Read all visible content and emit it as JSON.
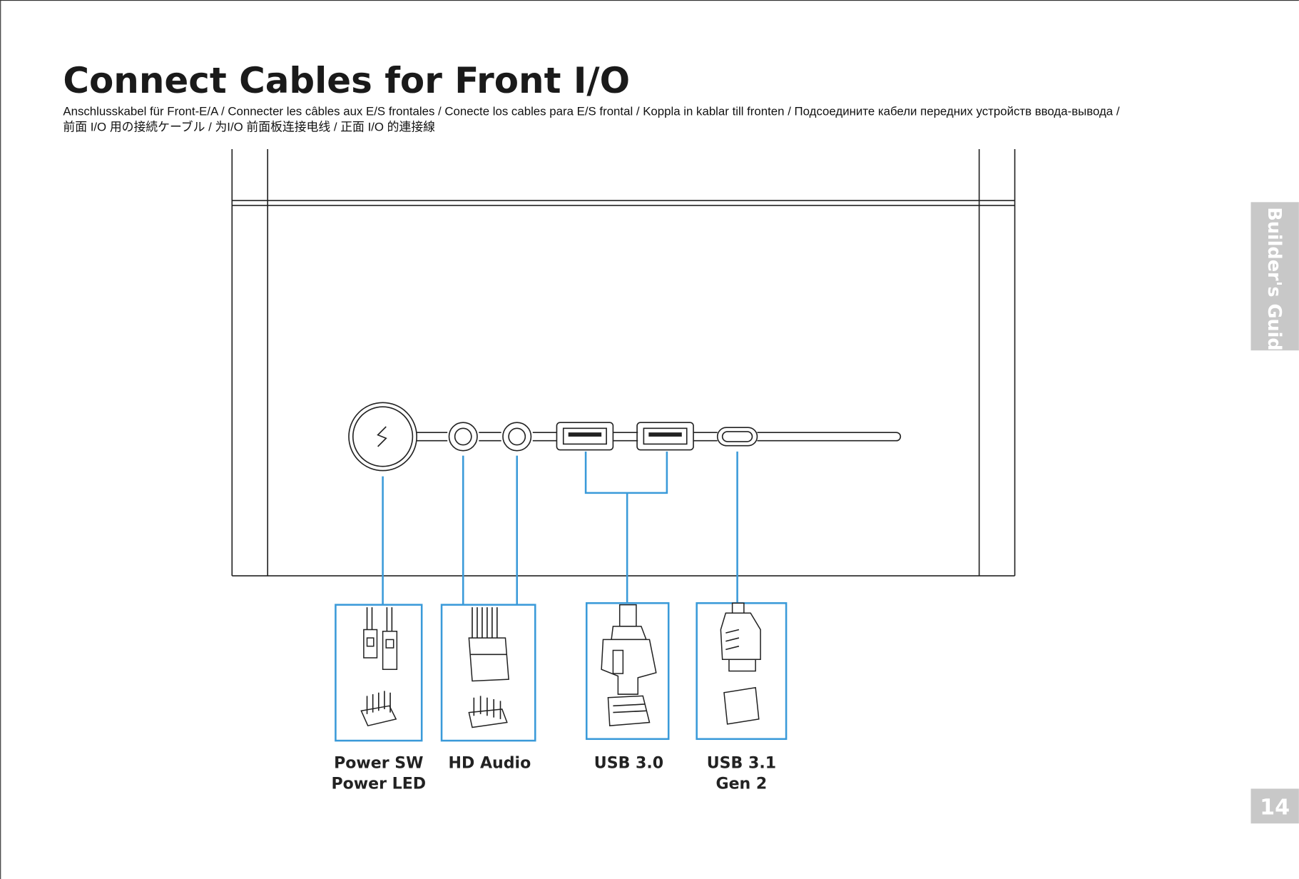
{
  "title": "Connect Cables for Front I/O",
  "subtitle_line1": "Anschlusskabel für Front-E/A  / Connecter les câbles aux E/S frontales  / Conecte los cables para E/S frontal / Koppla in kablar till fronten / Подсоедините кабели передних устройств ввода-вывода  /",
  "subtitle_line2": "前面 I/O 用の接続ケーブル / 为I/O 前面板连接电线 / 正面 I/O 的連接線",
  "side_tab": "Builder's Guide",
  "page_number": "14",
  "connectors": [
    {
      "line1": "Power SW",
      "line2": "Power LED"
    },
    {
      "line1": "HD Audio",
      "line2": ""
    },
    {
      "line1": "USB 3.0",
      "line2": ""
    },
    {
      "line1": "USB 3.1",
      "line2": "Gen 2"
    }
  ],
  "colors": {
    "accent": "#3a9ad9",
    "tab": "#c8c8c8"
  }
}
